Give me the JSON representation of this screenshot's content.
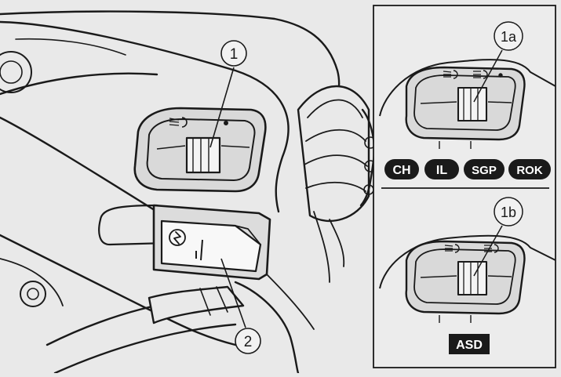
{
  "callouts": {
    "main_switch": "1",
    "start_switch": "2",
    "variant_a": "1a",
    "variant_b": "1b"
  },
  "country_badges": [
    "CH",
    "IL",
    "SGP",
    "ROK"
  ],
  "market_badge": "ASD",
  "colors": {
    "background": "#e9e9e9",
    "line": "#1a1a1a",
    "badge_fill": "#1a1a1a",
    "badge_text": "#ffffff",
    "inset_fill": "#ececec"
  },
  "icons": [
    "low-beam-headlight-icon",
    "high-beam-headlight-icon",
    "engine-start-icon"
  ]
}
